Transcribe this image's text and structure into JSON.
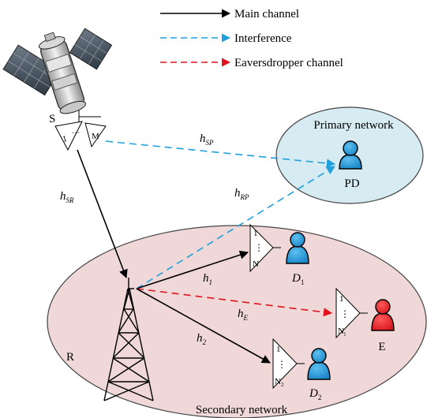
{
  "legend": {
    "main": "Main channel",
    "interference": "Interference",
    "eavesdropper": "Eaversdropper channel"
  },
  "labels": {
    "satellite": "S",
    "relay": "R",
    "primary_network": "Primary network",
    "secondary_network": "Secondary network",
    "pd": "PD",
    "eve": "E",
    "d1_main": "D",
    "d1_sub": "1",
    "d2_main": "D",
    "d2_sub": "2"
  },
  "channels": {
    "h_sp": {
      "main": "h",
      "sub": "SP"
    },
    "h_rp": {
      "main": "h",
      "sub": "RP"
    },
    "h_sr": {
      "main": "h",
      "sub": "SR"
    },
    "h_1": {
      "main": "h",
      "sub": "1"
    },
    "h_2": {
      "main": "h",
      "sub": "2"
    },
    "h_e": {
      "main": "h",
      "sub": "E"
    }
  },
  "antennas": {
    "sat_left": "1",
    "sat_dots": "···",
    "sat_right": "M",
    "d1_top": "1",
    "d1_bottom": "N",
    "d2_top": "1",
    "d2_bottom": "N",
    "d2_bottom_sub": "2",
    "e_top": "1",
    "e_bottom": "N",
    "e_bottom_sub": "l",
    "vdots": "⋮"
  },
  "colors": {
    "main": "#000000",
    "interference": "#1fa0dc",
    "eavesdropper": "#e0141e",
    "primary_fill": "#d6ebf2",
    "secondary_fill": "#f0d8d8",
    "user_blue": "#1b87c9",
    "user_red": "#d8181f"
  }
}
